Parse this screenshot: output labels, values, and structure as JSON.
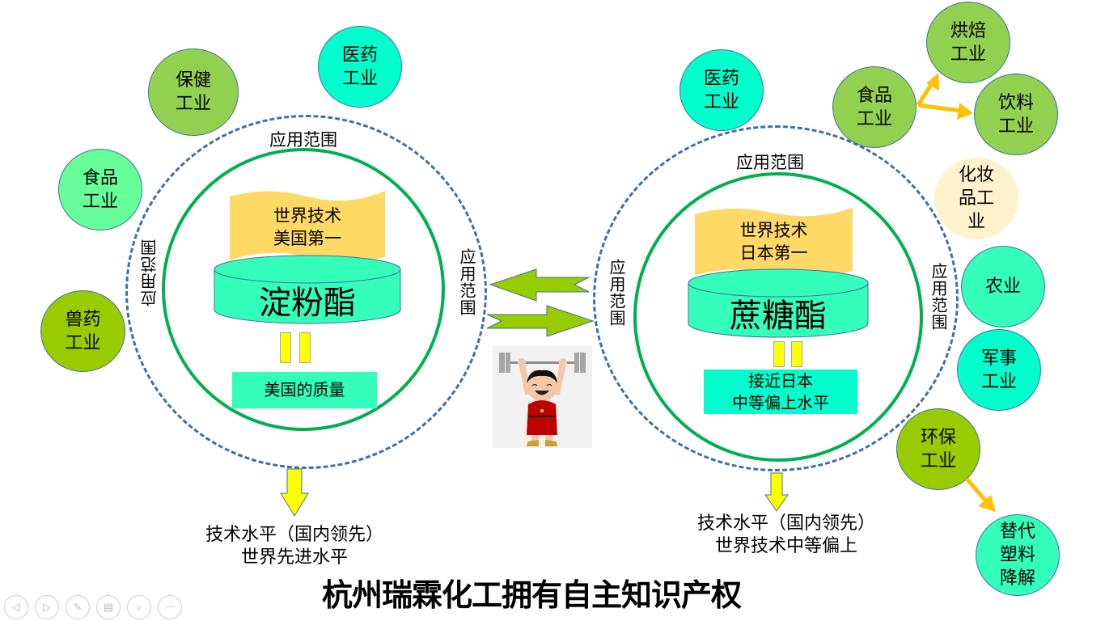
{
  "title": "杭州瑞霖化工拥有自主知识产权",
  "colors": {
    "dashed_circle": "#41719c",
    "inner_ring": "#00b050",
    "banner": "#ffd966",
    "cylinder": "#33ffbb",
    "equal_bar": "#ffff00",
    "double_arrow": "#99cc00",
    "orange_arrow": "#ffc000"
  },
  "left": {
    "outer_label": "应用范围",
    "banner": "世界技术\n美国第一",
    "product": "淀粉酯",
    "quality": "美国的质量",
    "caption": "技术水平（国内领先）\n世界先进水平",
    "bubbles": [
      {
        "id": "pharma",
        "text": "医药\n工业",
        "color": "#00ffcc"
      },
      {
        "id": "health",
        "text": "保健\n工业",
        "color": "#92d050"
      },
      {
        "id": "food",
        "text": "食品\n工业",
        "color": "#66ff99"
      },
      {
        "id": "vet",
        "text": "兽药\n工业",
        "color": "#99cc00"
      }
    ]
  },
  "right": {
    "outer_label": "应用范围",
    "banner": "世界技术\n日本第一",
    "product": "蔗糖酯",
    "quality": "接近日本\n中等偏上水平",
    "caption": "技术水平（国内领先）\n世界技术中等偏上",
    "bubbles": [
      {
        "id": "pharma",
        "text": "医药\n工业",
        "color": "#00ffcc"
      },
      {
        "id": "food",
        "text": "食品\n工业",
        "color": "#92d050"
      },
      {
        "id": "bakery",
        "text": "烘焙\n工业",
        "color": "#92d050"
      },
      {
        "id": "beverage",
        "text": "饮料\n工业",
        "color": "#92d050"
      },
      {
        "id": "cosmetics",
        "text": "化妆\n品工\n业",
        "color": "#fff2cc"
      },
      {
        "id": "agriculture",
        "text": "农业",
        "color": "#33ffbb"
      },
      {
        "id": "military",
        "text": "军事\n工业",
        "color": "#00ffcc"
      },
      {
        "id": "environment",
        "text": "环保\n工业",
        "color": "#99cc00"
      },
      {
        "id": "plastic",
        "text": "替代\n塑料\n降解",
        "color": "#33ffbb"
      }
    ]
  },
  "middle": {
    "image": "weightlifter-cartoon"
  },
  "nav": [
    {
      "id": "prev",
      "icon": "chevron-left-icon",
      "glyph": "◁"
    },
    {
      "id": "next",
      "icon": "chevron-right-icon",
      "glyph": "▷"
    },
    {
      "id": "pen",
      "icon": "pen-icon",
      "glyph": "✎"
    },
    {
      "id": "slides",
      "icon": "slides-icon",
      "glyph": "▤"
    },
    {
      "id": "zoom",
      "icon": "magnifier-icon",
      "glyph": "⌕"
    },
    {
      "id": "more",
      "icon": "more-icon",
      "glyph": "···"
    }
  ]
}
